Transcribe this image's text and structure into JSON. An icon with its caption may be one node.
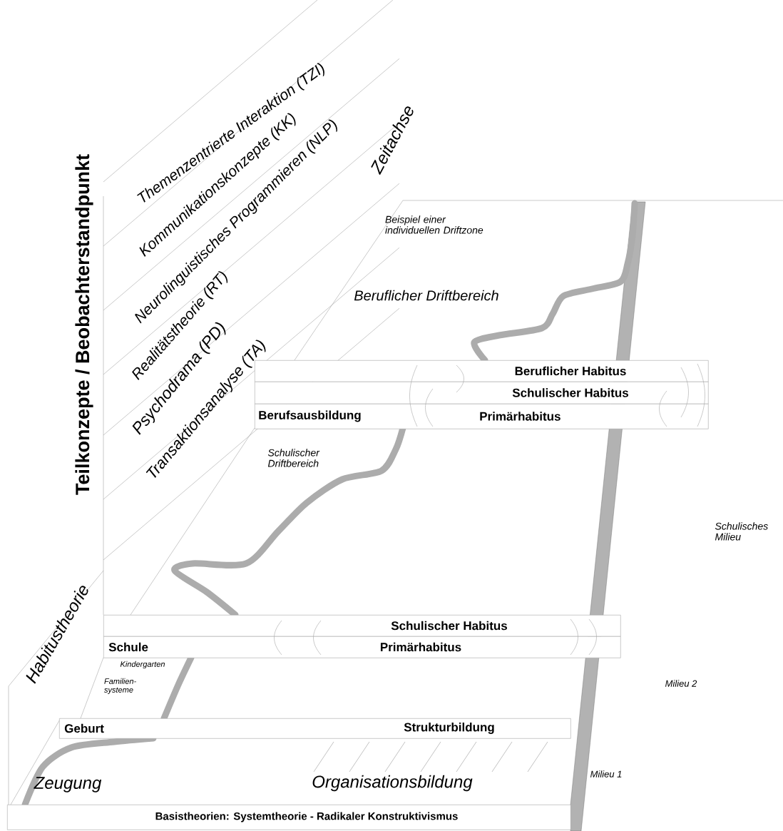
{
  "diagram": {
    "nodes": [
      {
        "text": [
          "Beruflicher Habitus"
        ]
      },
      {
        "text": [
          "Schulischer Habitus"
        ]
      },
      {
        "text": [
          "Berufsausbildung",
          "Primärhabitus"
        ]
      },
      {
        "text": [
          "Schulischer Habitus"
        ]
      },
      {
        "text": [
          "Schule",
          "Primärhabitus"
        ]
      },
      {
        "text": [
          "Geburt",
          "Strukturbildung"
        ]
      },
      {
        "text": [
          "Basistheorien: Systemtheorie - Radikaler Konstruktivismus"
        ]
      }
    ],
    "labels": [
      "Themenzentrierte Interaktion (TZI)",
      "Kommunikationskonzepte (KK)",
      "Neurolinguistisches Programmieren (NLP)",
      "Realitätstheorie (RT)",
      "Psychodrama (PD)",
      "Transaktionsanalyse (TA)",
      "Teilkonzepte / Beobachterstandpunkt",
      "Zeitachse",
      "Beispiel einer individuellen Driftzone",
      "Beruflicher Driftbereich",
      "Schulischer Driftbereich",
      "Schulisches Milieu",
      "Habitustheorie",
      "Kindergarten",
      "Familien-systeme",
      "Milieu 2",
      "Zeugung",
      "Organisationsbildung",
      "Milieu 1"
    ]
  }
}
